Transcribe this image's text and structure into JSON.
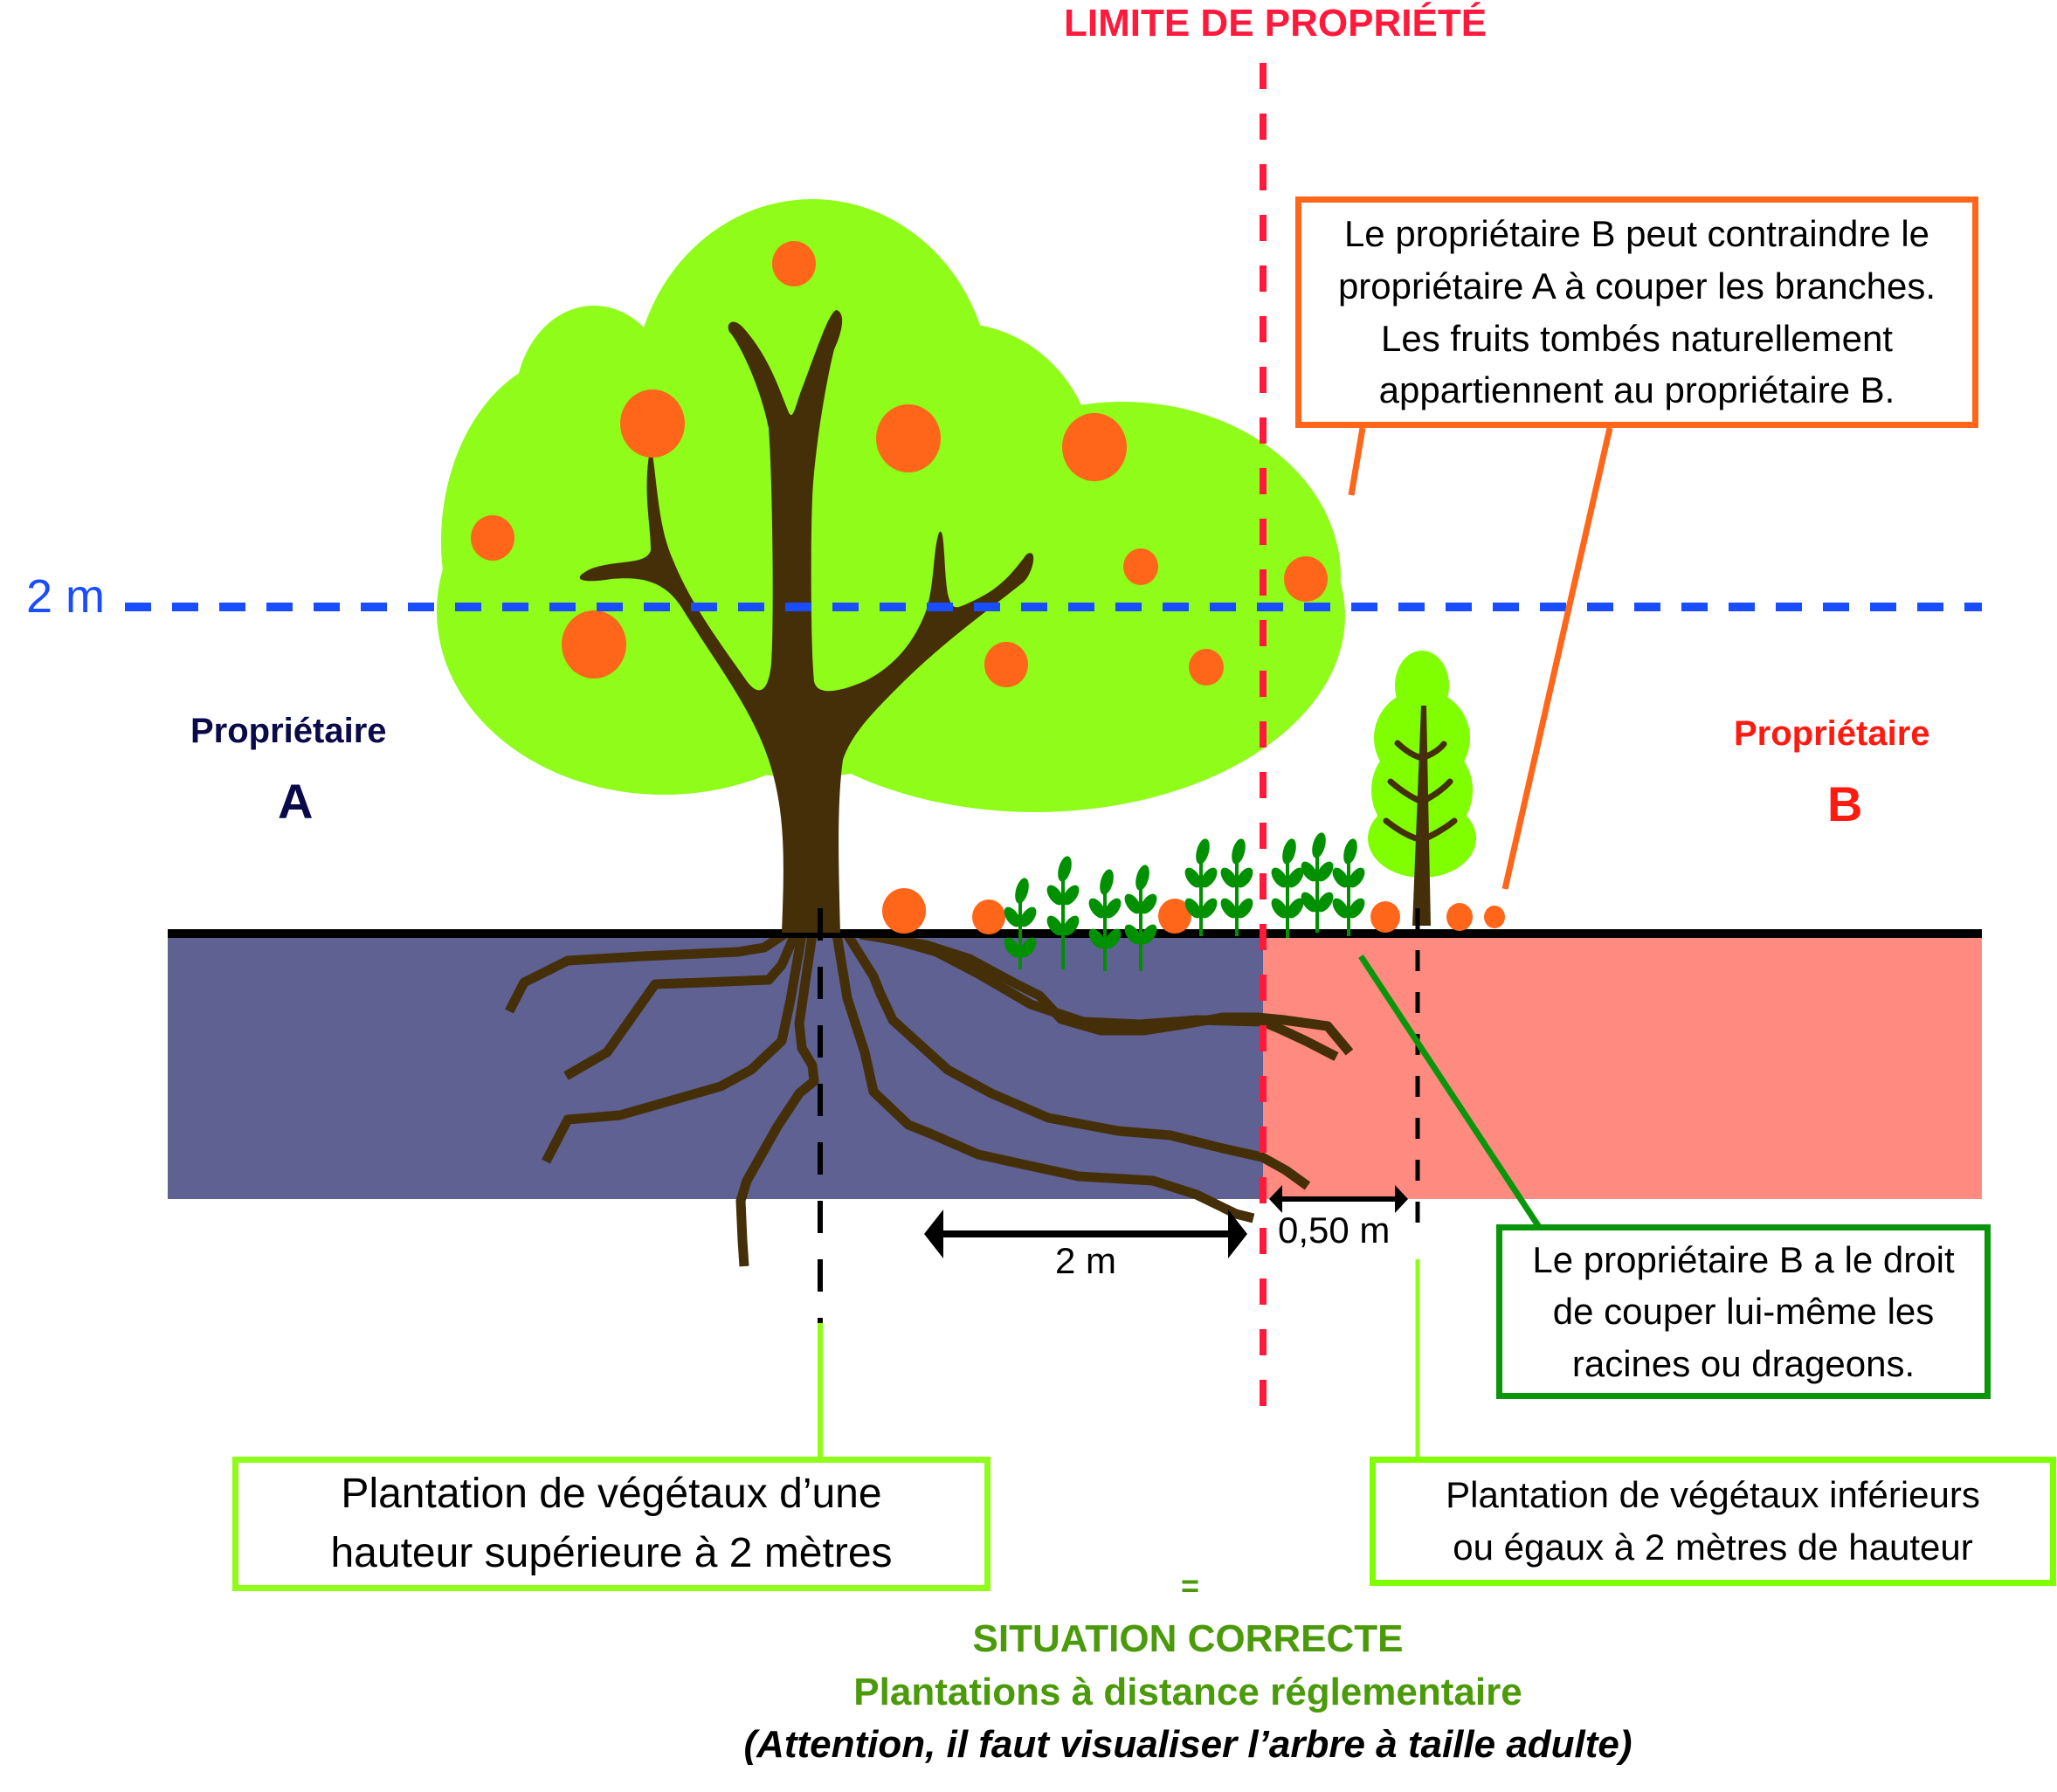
{
  "title": "LIMITE DE PROPRIÉTÉ",
  "height_line_label": "2 m",
  "owner_a": {
    "label": "Propriétaire",
    "letter": "A"
  },
  "owner_b": {
    "label": "Propriétaire",
    "letter": "B"
  },
  "distance_labels": {
    "large": "2 m",
    "small": "0,50 m"
  },
  "callouts": {
    "branches": {
      "lines": [
        "Le propriétaire B peut contraindre le",
        "propriétaire A à couper les branches.",
        "Les fruits tombés naturellement",
        "appartiennent au propriétaire B."
      ]
    },
    "roots": {
      "lines": [
        "Le propriétaire B a le droit",
        "de couper lui-même les",
        "racines ou drageons."
      ]
    },
    "tall_plants": {
      "lines": [
        "Plantation de végétaux d’une",
        "hauteur supérieure à 2 mètres"
      ]
    },
    "short_plants": {
      "lines": [
        "Plantation de végétaux inférieurs",
        "ou égaux à 2 mètres de hauteur"
      ]
    }
  },
  "conclusion": {
    "equals": "=",
    "status": "SITUATION CORRECTE",
    "subtitle": "Plantations à distance réglementaire",
    "note": "(Attention, il faut visualiser l’arbre à taille adulte)"
  },
  "colors": {
    "property_line": "#ff1a3c",
    "height_line": "#1a4dff",
    "owner_a": "#0a0a4a",
    "owner_b": "#ff1a10",
    "soil_a": "#5e6192",
    "soil_b": "#ff8a80",
    "foliage": "#8ffc1a",
    "small_tree_foliage": "#80ff00",
    "trunk": "#452f08",
    "fruit": "#ff6619",
    "sprout": "#009000",
    "callout_orange": "#ff6619",
    "callout_green": "#0a960a",
    "callout_lime": "#8ffc1a",
    "conclusion_green": "#4a9a0a"
  }
}
